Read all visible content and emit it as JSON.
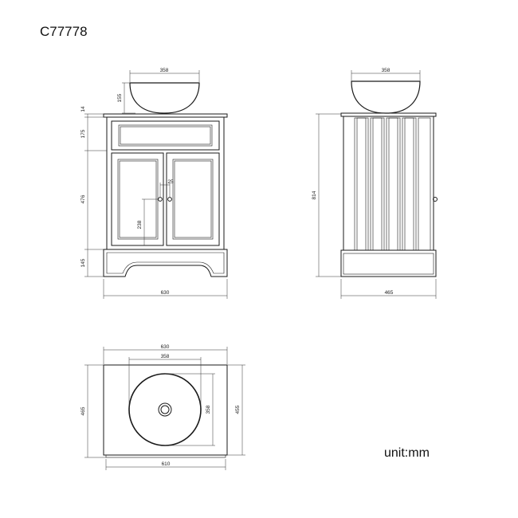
{
  "header": {
    "model_code": "C77778"
  },
  "footer": {
    "unit_label": "unit:mm"
  },
  "front_view": {
    "dims": {
      "basin_width": "358",
      "basin_height": "155",
      "top_thickness": "14",
      "drawer_height": "175",
      "door_height": "476",
      "plinth_height": "145",
      "overall_width": "630",
      "knob_offset": "25",
      "knob_height": "238"
    }
  },
  "side_view": {
    "dims": {
      "basin_width": "358",
      "overall_height": "814",
      "depth": "465"
    }
  },
  "top_view": {
    "dims": {
      "top_width": "630",
      "basin_diameter_h": "358",
      "basin_diameter_v": "358",
      "top_depth_left": "465",
      "top_depth_right": "455",
      "cabinet_width": "610"
    }
  }
}
